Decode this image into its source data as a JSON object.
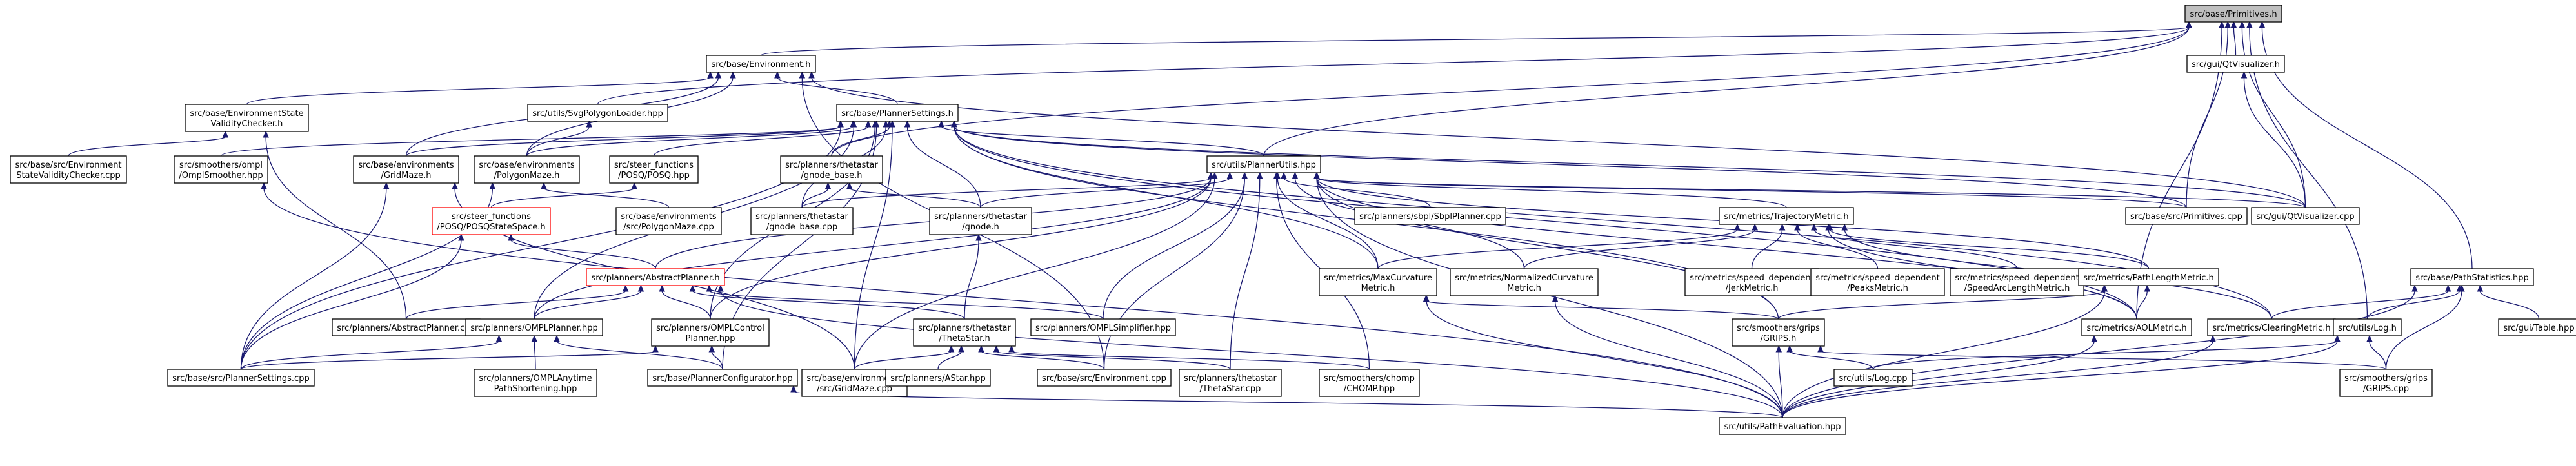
{
  "graph": {
    "colors": {
      "edge": "#191970",
      "node_border": "#000000",
      "root_fill": "#bfbfbf",
      "highlight_border": "#ff0000",
      "background": "#ffffff"
    },
    "nodes": [
      {
        "id": "primitives",
        "lines": [
          "src/base/Primitives.h"
        ],
        "style": "root"
      },
      {
        "id": "environment_h",
        "lines": [
          "src/base/Environment.h"
        ]
      },
      {
        "id": "gui_qtvis_h",
        "lines": [
          "src/gui/QtVisualizer.h"
        ]
      },
      {
        "id": "svg_loader",
        "lines": [
          "src/utils/SvgPolygonLoader.hpp"
        ]
      },
      {
        "id": "env_state_checker",
        "lines": [
          "src/base/EnvironmentState",
          "ValidityChecker.h"
        ]
      },
      {
        "id": "planner_settings",
        "lines": [
          "src/base/PlannerSettings.h"
        ]
      },
      {
        "id": "env_state_checker_cpp",
        "lines": [
          "src/base/src/Environment",
          "StateValidityChecker.cpp"
        ]
      },
      {
        "id": "ompl_smoother",
        "lines": [
          "src/smoothers/ompl",
          "/OmplSmoother.hpp"
        ]
      },
      {
        "id": "grid_maze_h",
        "lines": [
          "src/base/environments",
          "/GridMaze.h"
        ]
      },
      {
        "id": "polygon_maze_h",
        "lines": [
          "src/base/environments",
          "/PolygonMaze.h"
        ]
      },
      {
        "id": "posq_hpp",
        "lines": [
          "src/steer_functions",
          "/POSQ/POSQ.hpp"
        ]
      },
      {
        "id": "theta_gnode_base_h",
        "lines": [
          "src/planners/thetastar",
          "/gnode_base.h"
        ]
      },
      {
        "id": "planner_utils",
        "lines": [
          "src/utils/PlannerUtils.hpp"
        ]
      },
      {
        "id": "polygon_maze_cpp",
        "lines": [
          "src/base/environments",
          "/src/PolygonMaze.cpp"
        ]
      },
      {
        "id": "posq_state_space",
        "lines": [
          "src/steer_functions",
          "/POSQ/POSQStateSpace.h"
        ],
        "style": "red"
      },
      {
        "id": "gnode_base_cpp",
        "lines": [
          "src/planners/thetastar",
          "/gnode_base.cpp"
        ]
      },
      {
        "id": "gnode_h",
        "lines": [
          "src/planners/thetastar",
          "/gnode.h"
        ]
      },
      {
        "id": "sbpl_planner",
        "lines": [
          "src/planners/sbpl/SbplPlanner.cpp"
        ]
      },
      {
        "id": "trajectory_metric",
        "lines": [
          "src/metrics/TrajectoryMetric.h"
        ]
      },
      {
        "id": "primitives_cpp",
        "lines": [
          "src/base/src/Primitives.cpp"
        ]
      },
      {
        "id": "qtvis_cpp",
        "lines": [
          "src/gui/QtVisualizer.cpp"
        ]
      },
      {
        "id": "path_statistics",
        "lines": [
          "src/base/PathStatistics.hpp"
        ]
      },
      {
        "id": "max_curvature",
        "lines": [
          "src/metrics/MaxCurvature",
          "Metric.h"
        ]
      },
      {
        "id": "norm_curvature",
        "lines": [
          "src/metrics/NormalizedCurvature",
          "Metric.h"
        ]
      },
      {
        "id": "jerk_metric",
        "lines": [
          "src/metrics/speed_dependent",
          "/JerkMetric.h"
        ]
      },
      {
        "id": "peaks_metric",
        "lines": [
          "src/metrics/speed_dependent",
          "/PeaksMetric.h"
        ]
      },
      {
        "id": "speed_arc_metric",
        "lines": [
          "src/metrics/speed_dependent",
          "/SpeedArcLengthMetric.h"
        ]
      },
      {
        "id": "path_length_metric",
        "lines": [
          "src/metrics/PathLengthMetric.h"
        ]
      },
      {
        "id": "abstract_planner_h",
        "lines": [
          "src/planners/AbstractPlanner.h"
        ],
        "style": "red"
      },
      {
        "id": "abstract_planner_cpp",
        "lines": [
          "src/planners/AbstractPlanner.cpp"
        ]
      },
      {
        "id": "ompl_planner",
        "lines": [
          "src/planners/OMPLPlanner.hpp"
        ]
      },
      {
        "id": "ompl_control_planner",
        "lines": [
          "src/planners/OMPLControl",
          "Planner.hpp"
        ]
      },
      {
        "id": "theta_star_h",
        "lines": [
          "src/planners/thetastar",
          "/ThetaStar.h"
        ]
      },
      {
        "id": "ompl_simplifier",
        "lines": [
          "src/planners/OMPLSimplifier.hpp"
        ]
      },
      {
        "id": "grips_h",
        "lines": [
          "src/smoothers/grips",
          "/GRIPS.h"
        ]
      },
      {
        "id": "aol_metric",
        "lines": [
          "src/metrics/AOLMetric.h"
        ]
      },
      {
        "id": "clearing_metric",
        "lines": [
          "src/metrics/ClearingMetric.h"
        ]
      },
      {
        "id": "log_h",
        "lines": [
          "src/utils/Log.h"
        ]
      },
      {
        "id": "table_hpp",
        "lines": [
          "src/gui/Table.hpp"
        ]
      },
      {
        "id": "planner_settings_cpp",
        "lines": [
          "src/base/src/PlannerSettings.cpp"
        ]
      },
      {
        "id": "ompl_anytime",
        "lines": [
          "src/planners/OMPLAnytime",
          "PathShortening.hpp"
        ]
      },
      {
        "id": "planner_configurator",
        "lines": [
          "src/base/PlannerConfigurator.hpp"
        ]
      },
      {
        "id": "grid_maze_cpp",
        "lines": [
          "src/base/environments",
          "/src/GridMaze.cpp"
        ]
      },
      {
        "id": "astar_hpp",
        "lines": [
          "src/planners/AStar.hpp"
        ]
      },
      {
        "id": "environment_cpp",
        "lines": [
          "src/base/src/Environment.cpp"
        ]
      },
      {
        "id": "theta_star_cpp",
        "lines": [
          "src/planners/thetastar",
          "/ThetaStar.cpp"
        ]
      },
      {
        "id": "chomp_hpp",
        "lines": [
          "src/smoothers/chomp",
          "/CHOMP.hpp"
        ]
      },
      {
        "id": "log_cpp",
        "lines": [
          "src/utils/Log.cpp"
        ]
      },
      {
        "id": "grips_cpp",
        "lines": [
          "src/smoothers/grips",
          "/GRIPS.cpp"
        ]
      },
      {
        "id": "path_evaluation",
        "lines": [
          "src/utils/PathEvaluation.hpp"
        ]
      }
    ],
    "edges": [
      [
        "primitives",
        "environment_h"
      ],
      [
        "primitives",
        "gui_qtvis_h"
      ],
      [
        "primitives",
        "svg_loader"
      ],
      [
        "primitives",
        "planner_utils"
      ],
      [
        "primitives",
        "theta_gnode_base_h"
      ],
      [
        "primitives",
        "primitives_cpp"
      ],
      [
        "primitives",
        "qtvis_cpp"
      ],
      [
        "primitives",
        "path_statistics"
      ],
      [
        "primitives",
        "aol_metric"
      ],
      [
        "primitives",
        "log_h"
      ],
      [
        "gui_qtvis_h",
        "qtvis_cpp"
      ],
      [
        "environment_h",
        "env_state_checker"
      ],
      [
        "environment_h",
        "planner_settings"
      ],
      [
        "environment_h",
        "grid_maze_h"
      ],
      [
        "environment_h",
        "polygon_maze_h"
      ],
      [
        "environment_h",
        "environment_cpp"
      ],
      [
        "environment_h",
        "qtvis_cpp"
      ],
      [
        "svg_loader",
        "polygon_maze_h"
      ],
      [
        "env_state_checker",
        "env_state_checker_cpp"
      ],
      [
        "env_state_checker",
        "abstract_planner_cpp"
      ],
      [
        "planner_settings",
        "ompl_smoother"
      ],
      [
        "planner_settings",
        "grid_maze_h"
      ],
      [
        "planner_settings",
        "polygon_maze_h"
      ],
      [
        "planner_settings",
        "posq_hpp"
      ],
      [
        "planner_settings",
        "theta_gnode_base_h"
      ],
      [
        "planner_settings",
        "planner_utils"
      ],
      [
        "planner_settings",
        "gnode_base_cpp"
      ],
      [
        "planner_settings",
        "gnode_h"
      ],
      [
        "planner_settings",
        "primitives_cpp"
      ],
      [
        "planner_settings",
        "qtvis_cpp"
      ],
      [
        "planner_settings",
        "planner_settings_cpp"
      ],
      [
        "planner_settings",
        "ompl_control_planner"
      ],
      [
        "planner_settings",
        "planner_configurator"
      ],
      [
        "planner_settings",
        "grid_maze_cpp"
      ],
      [
        "planner_settings",
        "max_curvature"
      ],
      [
        "planner_settings",
        "grips_h"
      ],
      [
        "planner_settings",
        "aol_metric"
      ],
      [
        "planner_settings",
        "clearing_metric"
      ],
      [
        "planner_settings",
        "ompl_planner"
      ],
      [
        "ompl_smoother",
        "path_evaluation"
      ],
      [
        "grid_maze_h",
        "planner_settings_cpp"
      ],
      [
        "grid_maze_h",
        "grid_maze_cpp"
      ],
      [
        "polygon_maze_h",
        "polygon_maze_cpp"
      ],
      [
        "polygon_maze_h",
        "planner_settings_cpp"
      ],
      [
        "posq_hpp",
        "posq_state_space"
      ],
      [
        "posq_state_space",
        "abstract_planner_h"
      ],
      [
        "posq_state_space",
        "planner_settings_cpp"
      ],
      [
        "theta_gnode_base_h",
        "gnode_base_cpp"
      ],
      [
        "theta_gnode_base_h",
        "gnode_h"
      ],
      [
        "gnode_h",
        "theta_star_h"
      ],
      [
        "planner_utils",
        "gnode_base_cpp"
      ],
      [
        "planner_utils",
        "gnode_h"
      ],
      [
        "planner_utils",
        "sbpl_planner"
      ],
      [
        "planner_utils",
        "trajectory_metric"
      ],
      [
        "planner_utils",
        "primitives_cpp"
      ],
      [
        "planner_utils",
        "qtvis_cpp"
      ],
      [
        "planner_utils",
        "max_curvature"
      ],
      [
        "planner_utils",
        "norm_curvature"
      ],
      [
        "planner_utils",
        "path_length_metric"
      ],
      [
        "planner_utils",
        "abstract_planner_h"
      ],
      [
        "planner_utils",
        "ompl_planner"
      ],
      [
        "planner_utils",
        "ompl_control_planner"
      ],
      [
        "planner_utils",
        "ompl_simplifier"
      ],
      [
        "planner_utils",
        "grips_h"
      ],
      [
        "planner_utils",
        "aol_metric"
      ],
      [
        "planner_utils",
        "grid_maze_cpp"
      ],
      [
        "planner_utils",
        "environment_cpp"
      ],
      [
        "planner_utils",
        "theta_star_cpp"
      ],
      [
        "planner_utils",
        "chomp_hpp"
      ],
      [
        "planner_utils",
        "path_evaluation"
      ],
      [
        "trajectory_metric",
        "max_curvature"
      ],
      [
        "trajectory_metric",
        "norm_curvature"
      ],
      [
        "trajectory_metric",
        "jerk_metric"
      ],
      [
        "trajectory_metric",
        "peaks_metric"
      ],
      [
        "trajectory_metric",
        "speed_arc_metric"
      ],
      [
        "trajectory_metric",
        "path_length_metric"
      ],
      [
        "trajectory_metric",
        "aol_metric"
      ],
      [
        "trajectory_metric",
        "clearing_metric"
      ],
      [
        "max_curvature",
        "grips_h"
      ],
      [
        "max_curvature",
        "path_evaluation"
      ],
      [
        "norm_curvature",
        "path_evaluation"
      ],
      [
        "path_length_metric",
        "grips_h"
      ],
      [
        "path_length_metric",
        "aol_metric"
      ],
      [
        "path_length_metric",
        "path_evaluation"
      ],
      [
        "abstract_planner_h",
        "abstract_planner_cpp"
      ],
      [
        "abstract_planner_h",
        "ompl_planner"
      ],
      [
        "abstract_planner_h",
        "ompl_control_planner"
      ],
      [
        "abstract_planner_h",
        "theta_star_h"
      ],
      [
        "abstract_planner_h",
        "ompl_simplifier"
      ],
      [
        "abstract_planner_h",
        "path_evaluation"
      ],
      [
        "ompl_planner",
        "planner_settings_cpp"
      ],
      [
        "ompl_planner",
        "ompl_anytime"
      ],
      [
        "ompl_planner",
        "planner_configurator"
      ],
      [
        "ompl_control_planner",
        "planner_settings_cpp"
      ],
      [
        "ompl_control_planner",
        "planner_configurator"
      ],
      [
        "theta_star_h",
        "grid_maze_cpp"
      ],
      [
        "theta_star_h",
        "astar_hpp"
      ],
      [
        "theta_star_h",
        "environment_cpp"
      ],
      [
        "theta_star_h",
        "theta_star_cpp"
      ],
      [
        "theta_star_h",
        "chomp_hpp"
      ],
      [
        "planner_configurator",
        "path_evaluation"
      ],
      [
        "grips_h",
        "log_cpp"
      ],
      [
        "grips_h",
        "grips_cpp"
      ],
      [
        "grips_h",
        "path_evaluation"
      ],
      [
        "aol_metric",
        "path_evaluation"
      ],
      [
        "clearing_metric",
        "path_evaluation"
      ],
      [
        "path_statistics",
        "log_h"
      ],
      [
        "path_statistics",
        "table_hpp"
      ],
      [
        "path_statistics",
        "grips_cpp"
      ],
      [
        "path_statistics",
        "path_evaluation"
      ],
      [
        "path_statistics",
        "clearing_metric"
      ],
      [
        "log_h",
        "log_cpp"
      ],
      [
        "log_h",
        "grips_cpp"
      ],
      [
        "log_h",
        "path_evaluation"
      ]
    ]
  }
}
